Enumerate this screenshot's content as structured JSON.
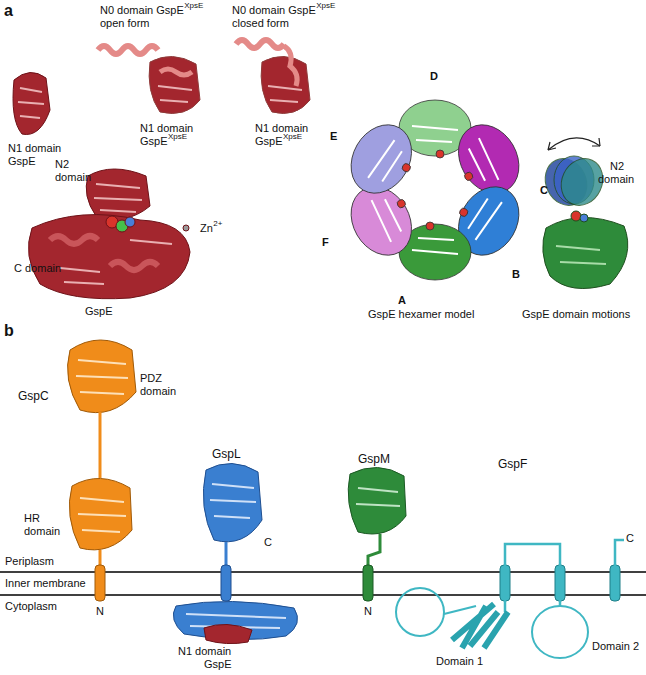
{
  "diagram": {
    "labels": [
      "a",
      "N0 domain GspE",
      "XpsE",
      "open form",
      "N0 domain GspE",
      "XpsE",
      "closed form",
      "N1 domain",
      "GspE",
      "N1 domain",
      "GspE",
      "XpsE",
      "N1 domain",
      "GspE",
      "XpsE",
      "N2",
      "domain",
      "Zn",
      "2+",
      "C domain",
      "GspE",
      "D",
      "E",
      "C",
      "F",
      "B",
      "A",
      "GspE hexamer model",
      "N2",
      "domain",
      "GspE domain motions",
      "b",
      "PDZ",
      "domain",
      "GspC",
      "GspL",
      "GspM",
      "GspF",
      "HR",
      "domain",
      "C",
      "C",
      "Periplasm",
      "Inner membrane",
      "Cytoplasm",
      "N",
      "N",
      "Domain 1",
      "Domain 2",
      "N1 domain",
      "GspE"
    ]
  }
}
